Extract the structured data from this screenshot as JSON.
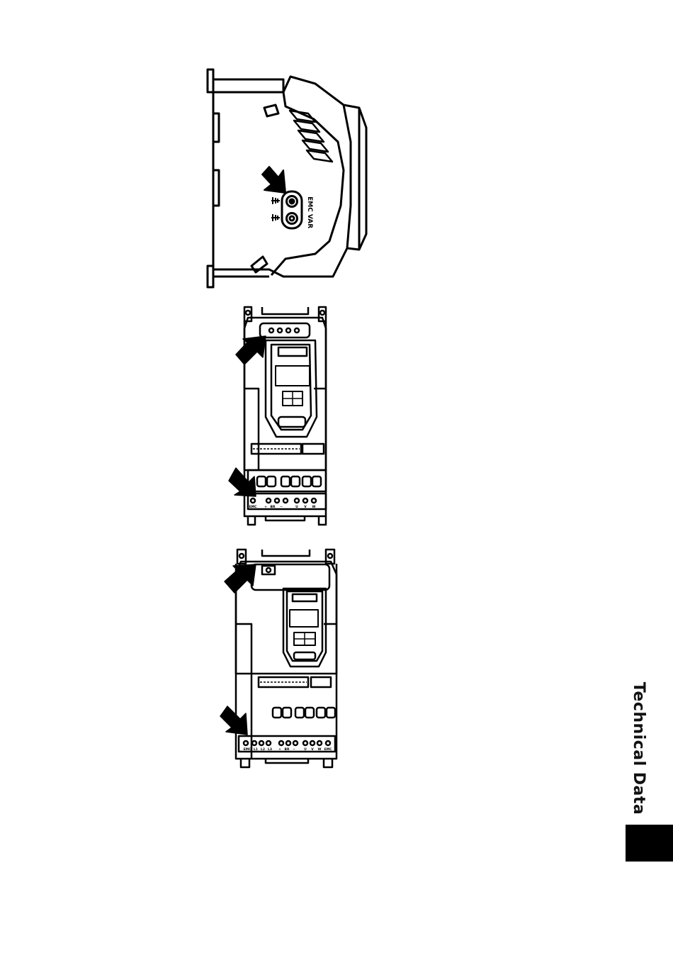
{
  "section_tab": {
    "title": "Technical Data"
  },
  "figure_side": {
    "switch_label_emc": "EMC",
    "switch_label_var": "VAR"
  },
  "figure_middle": {
    "terminal_labels": [
      "EMC",
      "+",
      "BR",
      "−",
      "U",
      "V",
      "W"
    ]
  },
  "figure_bottom": {
    "terminal_labels": [
      "EMC",
      "L1",
      "L2",
      "L3",
      "+",
      "BR",
      "−",
      "U",
      "V",
      "W",
      "EMC"
    ]
  }
}
